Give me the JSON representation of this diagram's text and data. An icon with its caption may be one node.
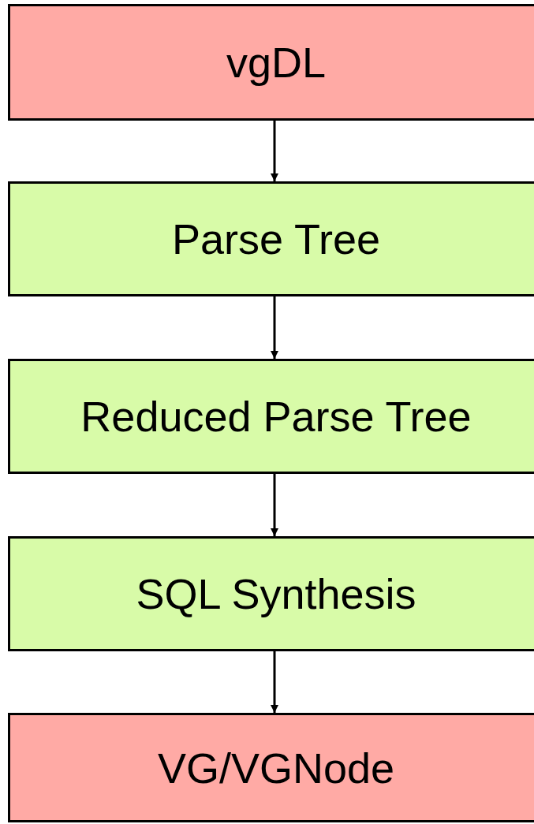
{
  "diagram": {
    "nodes": [
      {
        "text": [
          "vgDL"
        ]
      },
      {
        "text": [
          "Parse Tree"
        ]
      },
      {
        "text": [
          "Reduced Parse Tree"
        ]
      },
      {
        "text": [
          "SQL Synthesis"
        ]
      },
      {
        "text": [
          "VG/VGNode"
        ]
      }
    ],
    "edges": [
      {
        "from": 0,
        "to": 1,
        "arrow": "to"
      },
      {
        "from": 1,
        "to": 2,
        "arrow": "to"
      },
      {
        "from": 2,
        "to": 3,
        "arrow": "to"
      },
      {
        "from": 3,
        "to": 4,
        "arrow": "to"
      }
    ]
  }
}
